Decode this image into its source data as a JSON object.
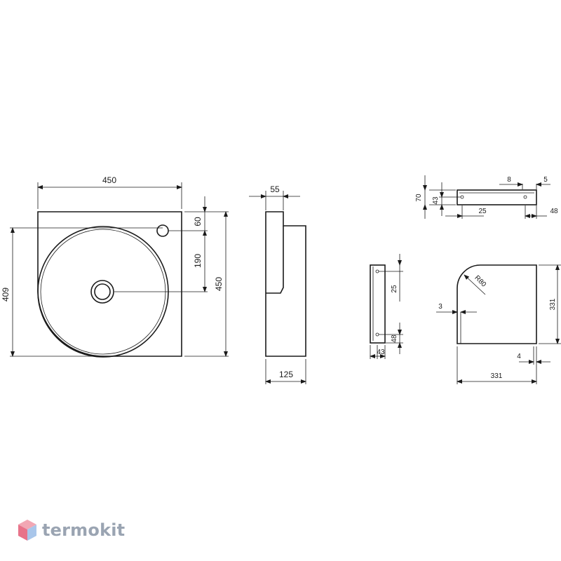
{
  "drawing": {
    "views": {
      "front": {
        "width": "450",
        "height_right": "450",
        "height_left": "409",
        "tap_offset": "60",
        "drain_offset": "190"
      },
      "side": {
        "top": "55",
        "bottom": "125"
      },
      "top_detail": {
        "a": "8",
        "b": "5",
        "c": "70",
        "d": "43",
        "e": "25",
        "f": "48"
      },
      "bracket": {
        "upper": "25",
        "lower": "48",
        "width": "43"
      },
      "plan": {
        "radius": "R80",
        "height": "331",
        "width": "331",
        "left": "3",
        "bottom": "4"
      }
    }
  },
  "brand": {
    "name": "termokit"
  }
}
